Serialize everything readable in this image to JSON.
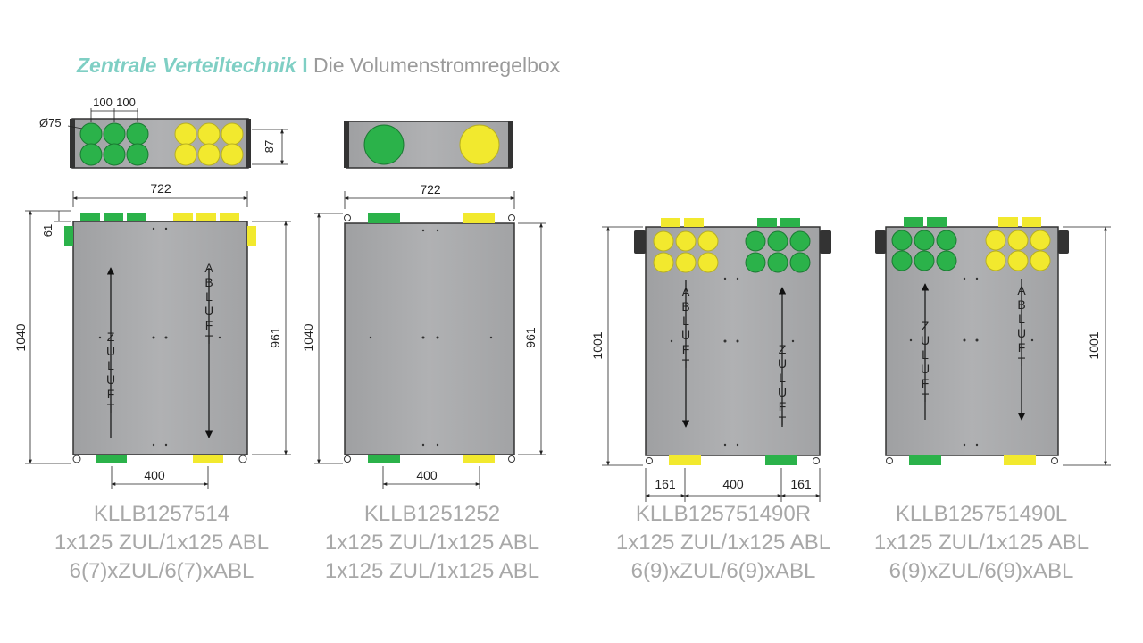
{
  "title": {
    "main": "Zentrale Verteiltechnik",
    "separator": "I",
    "sub": "Die Volumenstromregelbox"
  },
  "colors": {
    "accent": "#7fcfc4",
    "green_port": "#2bb24a",
    "yellow_port": "#f2e92e",
    "panel": "#a7a8aa",
    "caption": "#a8a8a8"
  },
  "dimensions": {
    "d75": "Ø75",
    "d100a": "100",
    "d100b": "100",
    "d87": "87",
    "w1": "722",
    "w2": "722",
    "h1040a": "1040",
    "h61": "61",
    "h961a": "961",
    "h1040b": "1040",
    "h961b": "961",
    "h1001a": "1001",
    "h1001b": "1001",
    "s400a": "400",
    "s400b": "400",
    "s161a": "161",
    "s400c": "400",
    "s161b": "161"
  },
  "flow_labels": {
    "zuluft": "ZULUFT",
    "abluft": "ABLUFT"
  },
  "products": [
    {
      "code": "KLLB1257514",
      "line1": "1x125 ZUL/1x125 ABL",
      "line2": "6(7)xZUL/6(7)xABL"
    },
    {
      "code": "KLLB1251252",
      "line1": "1x125 ZUL/1x125 ABL",
      "line2": "1x125 ZUL/1x125 ABL"
    },
    {
      "code": "KLLB125751490R",
      "line1": "1x125 ZUL/1x125 ABL",
      "line2": "6(9)xZUL/6(9)xABL"
    },
    {
      "code": "KLLB125751490L",
      "line1": "1x125 ZUL/1x125 ABL",
      "line2": "6(9)xZUL/6(9)xABL"
    }
  ]
}
